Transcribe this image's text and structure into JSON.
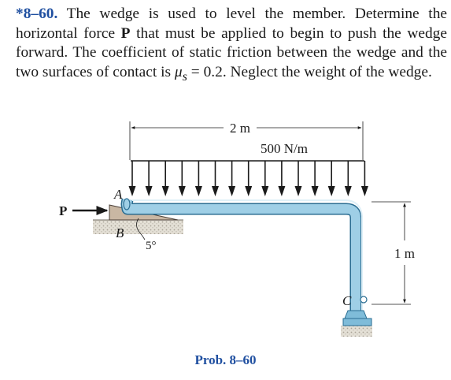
{
  "problem": {
    "number": "*8–60.",
    "text_part1": "The wedge is used to level the member. Determine the horizontal force ",
    "force_symbol": "P",
    "text_part2": " that must be applied to begin to push the wedge forward. The coefficient of static friction between the wedge and the two surfaces of contact is ",
    "mu_symbol": "μ",
    "mu_subscript": "s",
    "text_part3": " = 0.2. Neglect the weight of the wedge."
  },
  "figure": {
    "span_label": "2 m",
    "load_label": "500 N/m",
    "height_label": "1 m",
    "angle_label": "5°",
    "point_a": "A",
    "point_b": "B",
    "point_c": "C",
    "force_label": "P",
    "caption": "Prob. 8–60",
    "colors": {
      "member": "#9fcfe6",
      "member_edge": "#2a6d92",
      "wedge": "#c9b7a3",
      "ground": "#d8d4c8",
      "caption": "#1f4fa0"
    }
  }
}
